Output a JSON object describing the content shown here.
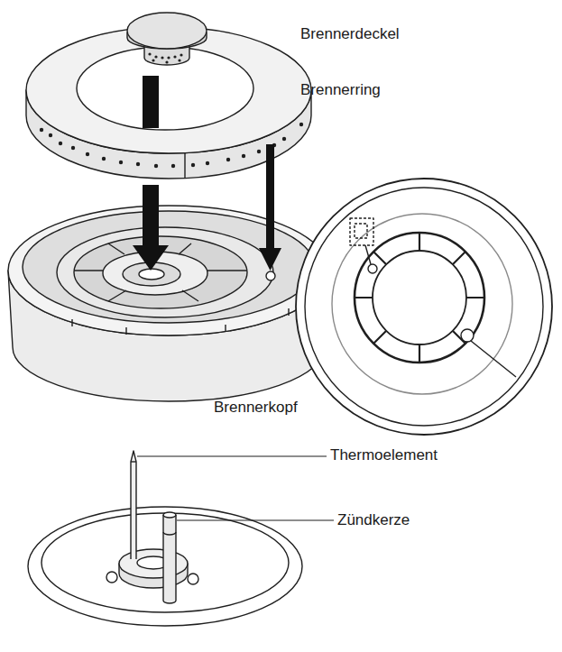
{
  "diagram": {
    "labels": [
      "Brennerdeckel",
      "Brennerring",
      "Brennerkopf",
      "Thermoelement",
      "Zündkerze"
    ]
  }
}
